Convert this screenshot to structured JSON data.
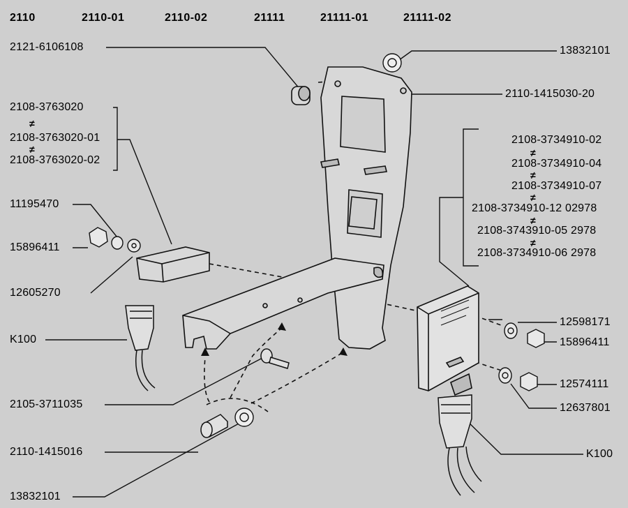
{
  "header": [
    "2110",
    "2110-01",
    "2110-02",
    "21111",
    "21111-01",
    "21111-02"
  ],
  "left": {
    "bracket_part": "2121-6106108",
    "relay_a": "2108-3763020",
    "relay_b": "2108-3763020-01",
    "relay_c": "2108-3763020-02",
    "nut_a": "11195470",
    "nut_b": "15896411",
    "washer": "12605270",
    "connector": "K100",
    "bolt": "2105-3711035",
    "sleeve": "2110-1415016",
    "clip": "13832101"
  },
  "right": {
    "clip": "13832101",
    "bracket": "2110-1415030-20",
    "ecu_a": "2108-3734910-02",
    "ecu_b": "2108-3734910-04",
    "ecu_c": "2108-3734910-07",
    "ecu_d": "2108-3734910-12 02978",
    "ecu_e": "2108-3743910-05 2978",
    "ecu_f": "2108-3734910-06 2978",
    "washer_a": "12598171",
    "nut_a": "15896411",
    "nut_b": "12574111",
    "washer_b": "12637801",
    "connector": "K100"
  },
  "not_equal_symbol": "≠"
}
